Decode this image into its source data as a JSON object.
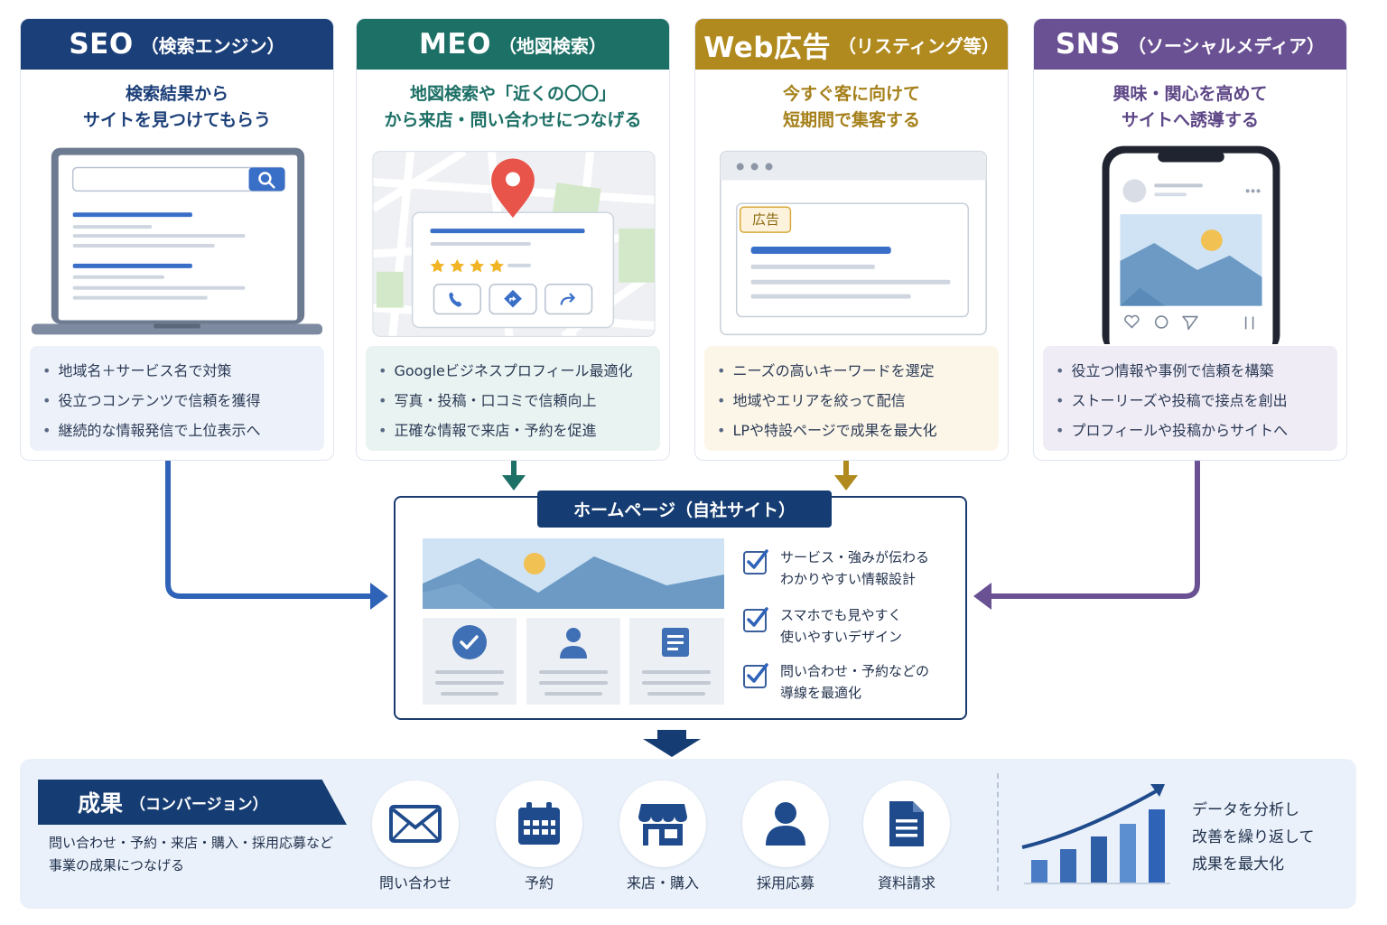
{
  "cards": [
    {
      "title_main": "SEO",
      "title_sub": "（検索エンジン）",
      "subtitle_lines": [
        "検索結果から",
        "サイトを見つけてもらう"
      ],
      "bullets": [
        "地域名＋サービス名で対策",
        "役立つコンテンツで信頼を獲得",
        "継続的な情報発信で上位表示へ"
      ],
      "color": "#1b3f78"
    },
    {
      "title_main": "MEO",
      "title_sub": "（地図検索）",
      "subtitle_lines": [
        "地図検索や「近くの〇〇」",
        "から来店・問い合わせにつなげる"
      ],
      "bullets": [
        "Googleビジネスプロフィール最適化",
        "写真・投稿・口コミで信頼向上",
        "正確な情報で来店・予約を促進"
      ],
      "color": "#1d7066"
    },
    {
      "title_main": "Web広告",
      "title_sub": "（リスティング等）",
      "subtitle_lines": [
        "今すぐ客に向けて",
        "短期間で集客する"
      ],
      "bullets": [
        "ニーズの高いキーワードを選定",
        "地域やエリアを絞って配信",
        "LPや特設ページで成果を最大化"
      ],
      "ad_badge": "広告",
      "color": "#b08a1e"
    },
    {
      "title_main": "SNS",
      "title_sub": "（ソーシャルメディア）",
      "subtitle_lines": [
        "興味・関心を高めて",
        "サイトへ誘導する"
      ],
      "bullets": [
        "役立つ情報や事例で信頼を構築",
        "ストーリーズや投稿で接点を創出",
        "プロフィールや投稿からサイトへ"
      ],
      "color": "#6a5193"
    }
  ],
  "homepage": {
    "title": "ホームページ（自社サイト）",
    "checks": [
      [
        "サービス・強みが伝わる",
        "わかりやすい情報設計"
      ],
      [
        "スマホでも見やすく",
        "使いやすいデザイン"
      ],
      [
        "問い合わせ・予約などの",
        "導線を最適化"
      ]
    ]
  },
  "results": {
    "title_main": "成果",
    "title_sub": "（コンバージョン）",
    "desc_lines": [
      "問い合わせ・予約・来店・購入・採用応募など",
      "事業の成果につなげる"
    ],
    "items": [
      {
        "label": "問い合わせ",
        "icon": "mail-icon"
      },
      {
        "label": "予約",
        "icon": "calendar-icon"
      },
      {
        "label": "来店・購入",
        "icon": "store-icon"
      },
      {
        "label": "採用応募",
        "icon": "person-icon"
      },
      {
        "label": "資料請求",
        "icon": "document-icon"
      }
    ],
    "data_lines": [
      "データを分析し",
      "改善を繰り返して",
      "成果を最大化"
    ]
  }
}
